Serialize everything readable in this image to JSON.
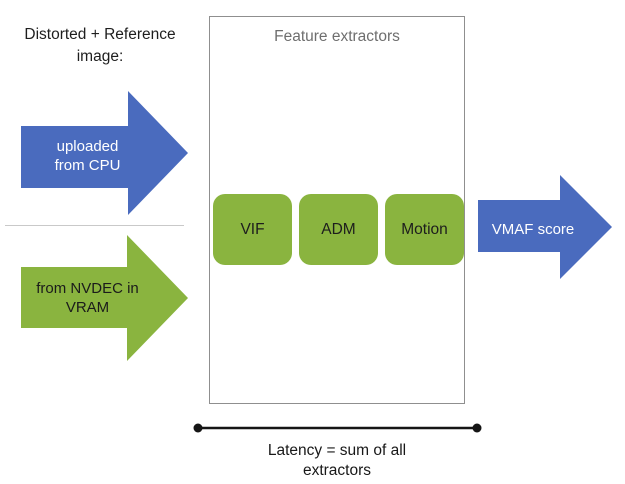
{
  "colors": {
    "arrow_blue": "#4a6bbe",
    "arrow_green": "#8ab43f",
    "box_border": "#8f8f8f",
    "title_gray": "#6e6e6e",
    "text_dark": "#1d1d1d",
    "text_on_blue": "#ffffff",
    "divider_gray": "#c9c9c9",
    "latency_line": "#151515"
  },
  "left_panel": {
    "header": "Distorted + Reference\nimage:",
    "cpu_arrow_label": "uploaded\nfrom CPU",
    "nvdec_arrow_label": "from NVDEC in\nVRAM"
  },
  "extractor_box": {
    "title": "Feature extractors",
    "extractors": [
      "VIF",
      "ADM",
      "Motion"
    ]
  },
  "output": {
    "vmaf_label": "VMAF score"
  },
  "footer": {
    "latency_label": "Latency = sum of all\nextractors"
  }
}
